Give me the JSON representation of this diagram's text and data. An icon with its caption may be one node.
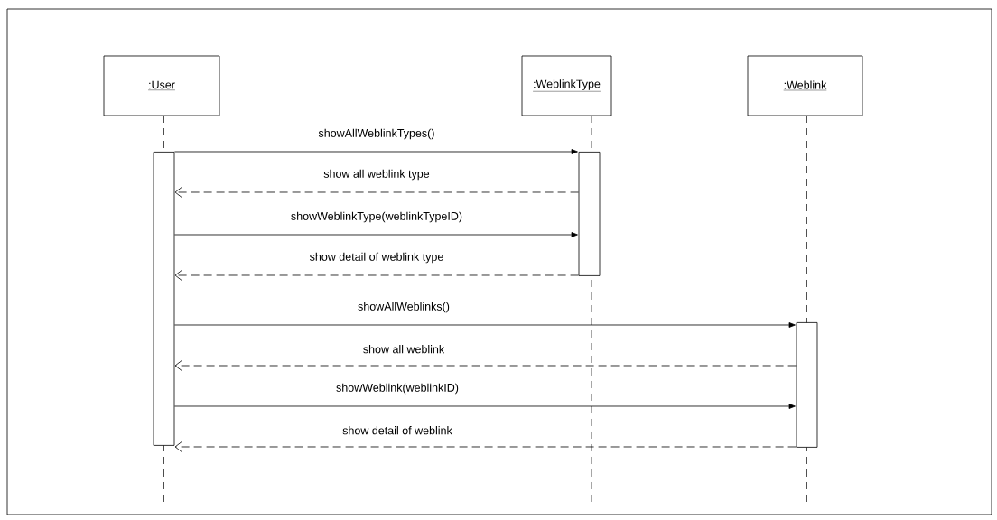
{
  "diagram": {
    "nodes": [
      {
        "text": [
          ":User"
        ]
      },
      {
        "text": [
          ":WeblinkType"
        ]
      },
      {
        "text": [
          ":Weblink"
        ]
      },
      {
        "text": [],
        "shape": "bar"
      },
      {
        "text": [],
        "shape": "bar"
      },
      {
        "text": [],
        "shape": "bar"
      }
    ],
    "edges": [
      {
        "from": 3,
        "to": 4,
        "arrow": "to",
        "label": "showAllWeblinkTypes()"
      },
      {
        "from": 4,
        "to": 3,
        "arrow": "to",
        "label": "show all weblink type",
        "style": "dashed"
      },
      {
        "from": 3,
        "to": 4,
        "arrow": "to",
        "label": "showWeblinkType(weblinkTypeID)"
      },
      {
        "from": 4,
        "to": 3,
        "arrow": "to",
        "label": "show detail of weblink type",
        "style": "dashed"
      },
      {
        "from": 3,
        "to": 5,
        "arrow": "to",
        "label": "showAllWeblinks()"
      },
      {
        "from": 5,
        "to": 3,
        "arrow": "to",
        "label": "show all weblink",
        "style": "dashed"
      },
      {
        "from": 3,
        "to": 5,
        "arrow": "to",
        "label": "showWeblink(weblinkID)"
      },
      {
        "from": 5,
        "to": 3,
        "arrow": "to",
        "label": "show detail of weblink",
        "style": "dashed"
      }
    ]
  }
}
